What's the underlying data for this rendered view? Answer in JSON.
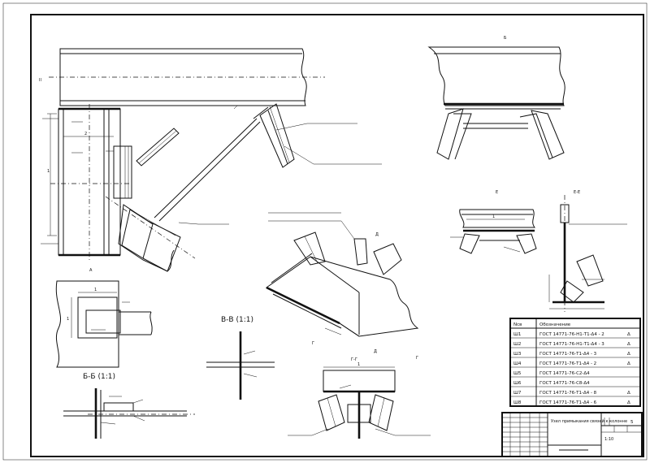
{
  "views": {
    "top_left_label": "II",
    "view_top_right": "Б",
    "view_mid_right": "Е",
    "view_ee": "Е-Е",
    "view_a": "А",
    "view_bb": "Б-Б (1:1)",
    "view_vv": "В-В (1:1)",
    "view_gg": "Г-Г",
    "view_g_left": "Г",
    "view_g_right": "Г",
    "view_d": "Д",
    "view_d2": "Д"
  },
  "dimensions": {
    "left_height": "1",
    "left_width": "2",
    "a_width": "1",
    "a_height": "1",
    "gg_width": "1",
    "e_width": "1"
  },
  "table": {
    "header_no": "Ncв",
    "header_desc": "Обозначение",
    "rows": [
      {
        "no": "Ш1",
        "desc": "ГОСТ 14771-76-Н1-Т1-Δ4 - 2",
        "mark": "Δ"
      },
      {
        "no": "Ш2",
        "desc": "ГОСТ 14771-76-Н1-Т1-Δ4 - 3",
        "mark": "Δ"
      },
      {
        "no": "Ш3",
        "desc": "ГОСТ 14771-76-Т1-Δ4 - 3",
        "mark": "Δ"
      },
      {
        "no": "Ш4",
        "desc": "ГОСТ 14771-76-Т1-Δ4 - 2",
        "mark": "Δ"
      },
      {
        "no": "Ш5",
        "desc": "ГОСТ 14771-76-С2-Δ4",
        "mark": ""
      },
      {
        "no": "Ш6",
        "desc": "ГОСТ 14771-76-С8-Δ4",
        "mark": ""
      },
      {
        "no": "Ш7",
        "desc": "ГОСТ 14771-76-Т1-Δ4 - 8",
        "mark": "Δ"
      },
      {
        "no": "Ш8",
        "desc": "ГОСТ 14771-76-Т1-Δ4 - 6",
        "mark": "Δ"
      }
    ]
  },
  "title_block": {
    "title": "Узел примыкания связей к колонне",
    "sheet": "5",
    "scale": "1:10"
  }
}
